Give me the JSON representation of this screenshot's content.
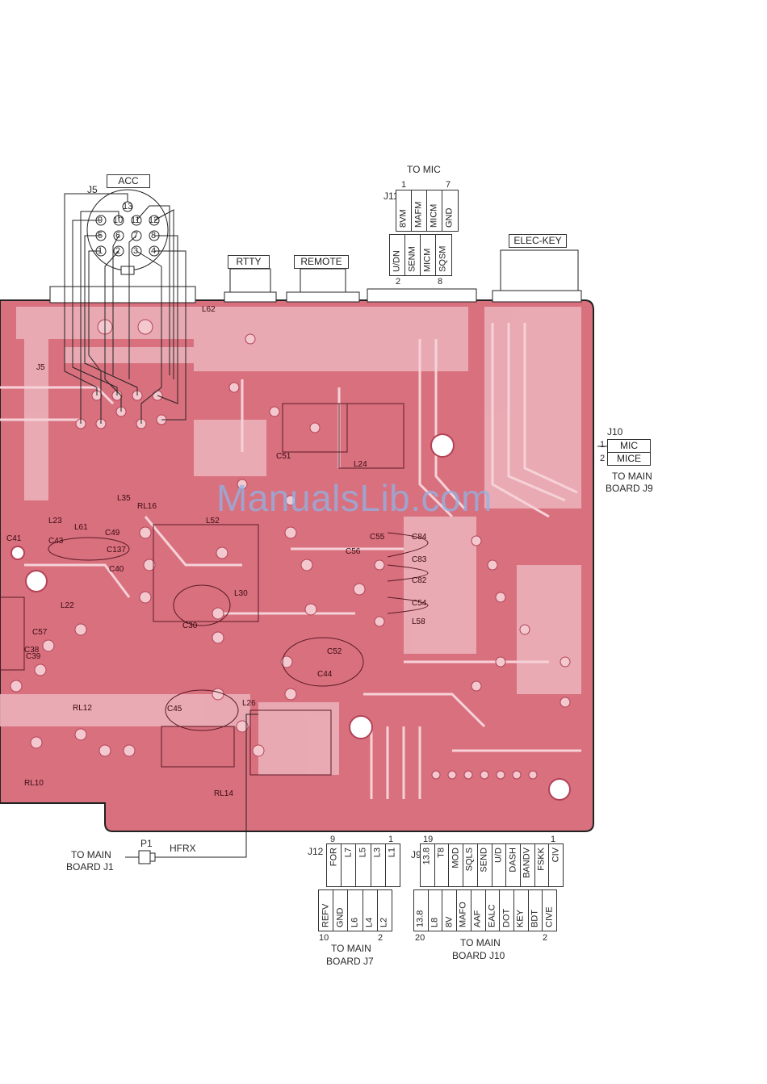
{
  "watermark": "ManualsLib.com",
  "acc": {
    "ref": "J5",
    "name": "ACC",
    "pins": [
      "13",
      "9",
      "10",
      "11",
      "12",
      "5",
      "6",
      "7",
      "8",
      "1",
      "2",
      "3",
      "4"
    ]
  },
  "rtty": "RTTY",
  "remote": "REMOTE",
  "elec_key": "ELEC-KEY",
  "mic_connector": {
    "title": "TO MIC",
    "ref": "J11",
    "pin_first_top": "1",
    "pin_last_top": "7",
    "pin_first_bottom": "2",
    "pin_last_bottom": "8",
    "top_row": [
      "8VM",
      "MAFM",
      "MICM",
      "GND"
    ],
    "bottom_row": [
      "U/DN",
      "SENM",
      "MICM",
      "SQSM"
    ]
  },
  "j10": {
    "ref": "J10",
    "pins": [
      {
        "num": "1",
        "name": "MIC"
      },
      {
        "num": "2",
        "name": "MICE"
      }
    ],
    "dest_line1": "TO MAIN",
    "dest_line2": "BOARD J9"
  },
  "p1": {
    "ref": "P1",
    "signal": "HFRX",
    "dest_line1": "TO MAIN",
    "dest_line2": "BOARD J1"
  },
  "j12": {
    "ref": "J12",
    "pin_top_left": "9",
    "pin_top_right": "1",
    "pin_bottom_left": "10",
    "pin_bottom_right": "2",
    "top_row": [
      "FOR",
      "L7",
      "L5",
      "L3",
      "L1"
    ],
    "bottom_row": [
      "REFV",
      "GND",
      "L6",
      "L4",
      "L2"
    ],
    "dest_line1": "TO MAIN",
    "dest_line2": "BOARD J7"
  },
  "j9": {
    "ref": "J9",
    "pin_top_left": "19",
    "pin_top_right": "1",
    "pin_bottom_left": "20",
    "pin_bottom_right": "2",
    "top_row": [
      "13.8",
      "T8",
      "MOD",
      "SQLS",
      "SEND",
      "U/D",
      "DASH",
      "BANDV",
      "FSKK",
      "CIV"
    ],
    "bottom_row": [
      "13.8",
      "L8",
      "8V",
      "MAFO",
      "AAF",
      "EALC",
      "DOT",
      "KEY",
      "BDT",
      "CIVE"
    ],
    "dest_line1": "TO MAIN",
    "dest_line2": "BOARD J10"
  },
  "silkscreen": [
    "J5",
    "L62",
    "L23",
    "L61",
    "C41",
    "C49",
    "C137",
    "C40",
    "C30",
    "L35",
    "RL16",
    "L52",
    "L24",
    "C51",
    "C55",
    "C56",
    "C84",
    "C83",
    "C82",
    "C54",
    "L58",
    "C52",
    "C44",
    "L26",
    "C45",
    "L30",
    "RL12",
    "RL10",
    "RL14",
    "C39",
    "J10",
    "L22",
    "C57",
    "C38",
    "C43"
  ],
  "colors": {
    "pcb": "#d9707e",
    "pcb_dark": "#c85565",
    "pad": "#f3c9cf",
    "trace": "#f0bcc4",
    "ink": "#2a2a2a"
  }
}
